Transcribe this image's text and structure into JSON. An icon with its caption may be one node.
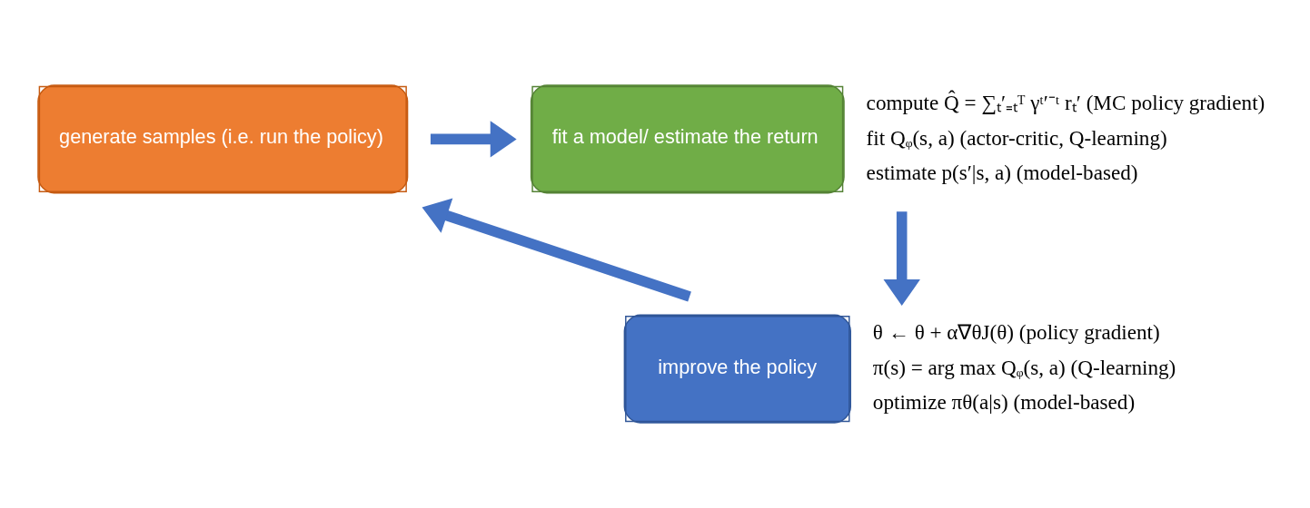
{
  "diagram": {
    "nodes": [
      {
        "text": [
          "generate samples (i.e. run the policy)"
        ]
      },
      {
        "text": [
          "fit a model/ estimate the return"
        ],
        "beside": [
          "compute Q̂ = ∑ₜ′₌ₜᵀ γᵗ′⁻ᵗ rₜ′ (MC policy gradient)",
          "fit Qᵩ(s, a) (actor-critic, Q-learning)",
          "estimate p(s′|s, a) (model-based)"
        ]
      },
      {
        "text": [
          "improve the policy"
        ],
        "beside": [
          "θ ← θ + α∇θJ(θ) (policy gradient)",
          "π(s) = arg max Qᵩ(s, a) (Q-learning)",
          "optimize πθ(a|s) (model-based)"
        ]
      }
    ],
    "edges": [
      {
        "from": 0,
        "to": 1,
        "arrow": "to"
      },
      {
        "from": 1,
        "to": 2,
        "arrow": "to"
      },
      {
        "from": 2,
        "to": 0,
        "arrow": "to"
      }
    ]
  }
}
